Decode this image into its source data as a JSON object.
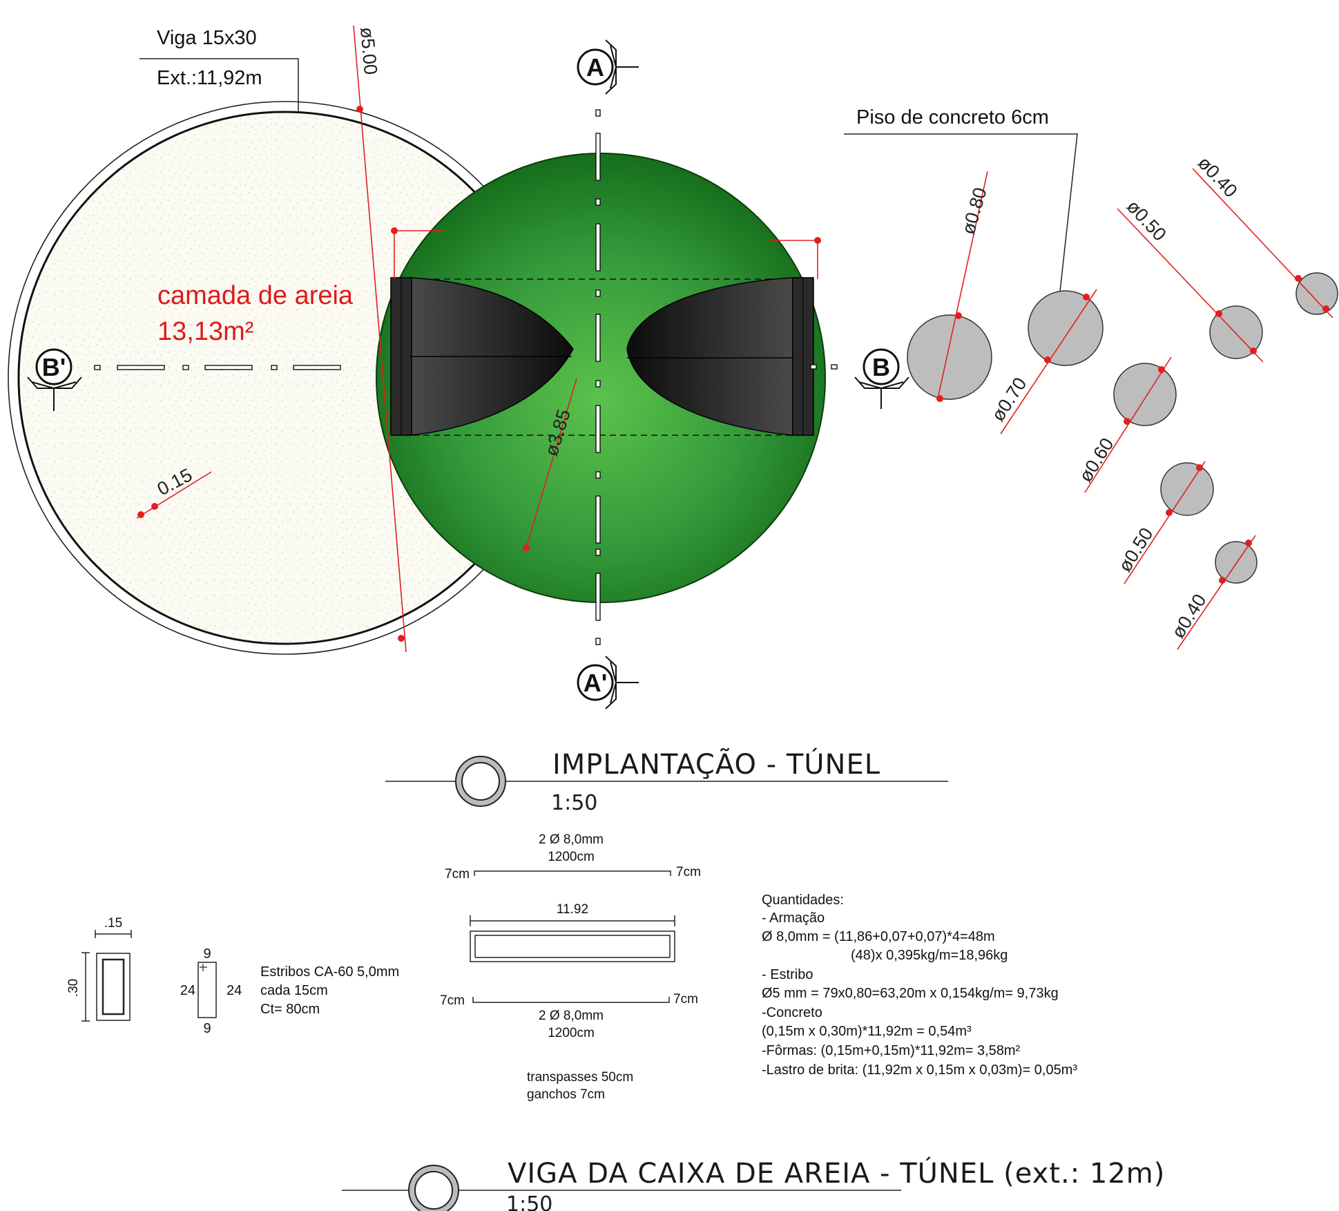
{
  "plan": {
    "beam_label": "Viga 15x30",
    "beam_length": "Ext.:11,92m",
    "outer_diameter": "ø5.00",
    "sand_label_1": "camada de areia",
    "sand_label_2": "13,13m²",
    "wall_thickness": "0.15",
    "tunnel_diameter": "ø3.85",
    "floor_label": "Piso de concreto 6cm",
    "section_marks": {
      "top": "A",
      "bottom": "A'",
      "left": "B'",
      "right": "B"
    },
    "posts": [
      "ø0.80",
      "ø0.70",
      "ø0.50",
      "ø0.40",
      "ø0.60",
      "ø0.50",
      "ø0.40"
    ]
  },
  "title_plan": {
    "title": "IMPLANTAÇÃO - TÚNEL",
    "scale": "1:50"
  },
  "beam_detail": {
    "width": ".15",
    "height": ".30",
    "stirrup_top": "9",
    "stirrup_bottom": "9",
    "stirrup_left": "24",
    "stirrup_right": "24",
    "stirrup_spec": [
      "Estribos CA-60 5,0mm",
      "cada 15cm",
      "Ct= 80cm"
    ],
    "top_bar_count": "2 Ø 8,0mm",
    "top_bar_length": "1200cm",
    "hook_left_top": "7cm",
    "hook_right_top": "7cm",
    "beam_length": "11.92",
    "hook_left_bottom": "7cm",
    "hook_right_bottom": "7cm",
    "bottom_bar_count": "2 Ø 8,0mm",
    "bottom_bar_length": "1200cm",
    "notes": [
      "transpasses 50cm",
      "ganchos 7cm"
    ]
  },
  "quantities": [
    "Quantidades:",
    "- Armação",
    "Ø 8,0mm =  (11,86+0,07+0,07)*4=48m",
    "(48)x 0,395kg/m=18,96kg",
    "- Estribo",
    "Ø5 mm = 79x0,80=63,20m x 0,154kg/m= 9,73kg",
    "-Concreto",
    "(0,15m x 0,30m)*11,92m = 0,54m³",
    "-Fôrmas: (0,15m+0,15m)*11,92m= 3,58m²",
    "-Lastro de brita: (11,92m x 0,15m x 0,03m)= 0,05m³"
  ],
  "title_beam": {
    "title": "VIGA DA CAIXA DE AREIA - TÚNEL (ext.: 12m)",
    "scale": "1:50"
  },
  "colors": {
    "sand_fill": "#fbfaf2",
    "tunnel_green_light": "#5cc24c",
    "tunnel_green_dark": "#166e1b",
    "entrance_dark": "#1c1c1c",
    "post_gray": "#bdbdbd",
    "dimension_red": "#e02020"
  }
}
